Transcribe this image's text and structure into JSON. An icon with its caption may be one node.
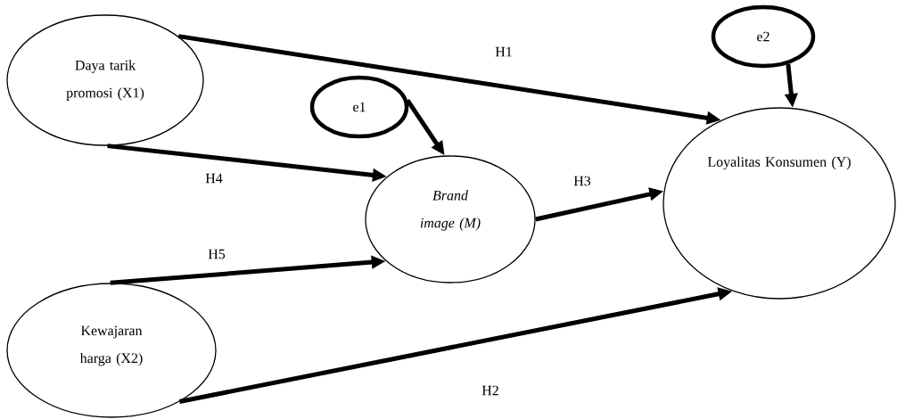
{
  "diagram": {
    "nodes": [
      {
        "text": [
          "Daya tarik promosi (X1)"
        ]
      },
      {
        "text": [
          "e1"
        ]
      },
      {
        "text": [
          "Brand image (M)"
        ]
      },
      {
        "text": [
          "e2"
        ]
      },
      {
        "text": [
          "Loyalitas Konsumen (Y)"
        ]
      },
      {
        "text": [
          "Kewajaran harga (X2)"
        ]
      }
    ],
    "edges": [
      {
        "from": 0,
        "to": 4,
        "arrow": "to",
        "label": "H1"
      },
      {
        "from": 0,
        "to": 2,
        "arrow": "to",
        "label": "H4"
      },
      {
        "from": 1,
        "to": 2,
        "arrow": "to"
      },
      {
        "from": 2,
        "to": 4,
        "arrow": "to",
        "label": "H3"
      },
      {
        "from": 5,
        "to": 2,
        "arrow": "to",
        "label": "H5"
      },
      {
        "from": 5,
        "to": 4,
        "arrow": "to",
        "label": "H2"
      },
      {
        "from": 3,
        "to": 4,
        "arrow": "to"
      }
    ]
  }
}
